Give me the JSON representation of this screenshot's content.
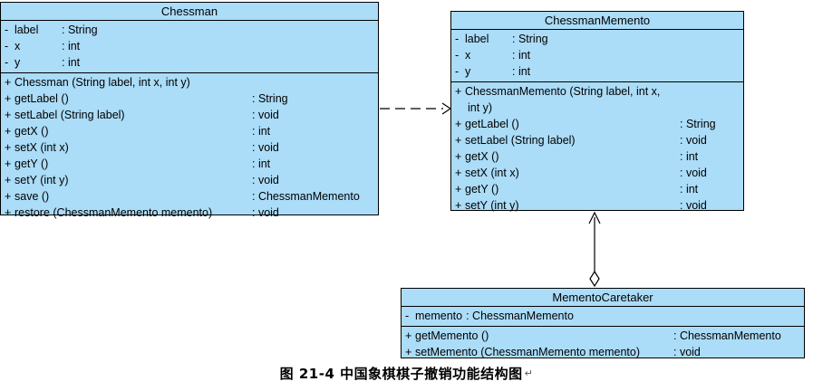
{
  "diagram": {
    "caption": "图 21-4  中国象棋棋子撤销功能结构图",
    "caption_mark": "↵",
    "colors": {
      "class_fill": "#ABDCF8",
      "border": "#000000",
      "text": "#000000",
      "page_background": "#FFFFFF"
    }
  },
  "classes": {
    "chessman": {
      "name": "Chessman",
      "attributes": [
        {
          "visibility": "-",
          "name": "label",
          "type": ": String"
        },
        {
          "visibility": "-",
          "name": "x",
          "type": ": int"
        },
        {
          "visibility": "-",
          "name": "y",
          "type": ": int"
        }
      ],
      "operations": [
        {
          "visibility": "+",
          "signature": "Chessman (String label, int x, int y)",
          "return": ""
        },
        {
          "visibility": "+",
          "signature": "getLabel ()",
          "return": ": String"
        },
        {
          "visibility": "+",
          "signature": "setLabel (String label)",
          "return": ": void"
        },
        {
          "visibility": "+",
          "signature": "getX ()",
          "return": ": int"
        },
        {
          "visibility": "+",
          "signature": "setX (int x)",
          "return": ": void"
        },
        {
          "visibility": "+",
          "signature": "getY ()",
          "return": ": int"
        },
        {
          "visibility": "+",
          "signature": "setY (int y)",
          "return": ": void"
        },
        {
          "visibility": "+",
          "signature": "save ()",
          "return": ": ChessmanMemento"
        },
        {
          "visibility": "+",
          "signature": "restore (ChessmanMemento memento)",
          "return": ": void"
        }
      ]
    },
    "chessman_memento": {
      "name": "ChessmanMemento",
      "attributes": [
        {
          "visibility": "-",
          "name": "label",
          "type": ": String"
        },
        {
          "visibility": "-",
          "name": "x",
          "type": ": int"
        },
        {
          "visibility": "-",
          "name": "y",
          "type": ": int"
        }
      ],
      "operations": [
        {
          "visibility": "+",
          "signature": "ChessmanMemento (String label, int x,",
          "return": ""
        },
        {
          "visibility": "",
          "signature": "int y)",
          "return": "",
          "wrapped": true
        },
        {
          "visibility": "+",
          "signature": "getLabel ()",
          "return": ": String"
        },
        {
          "visibility": "+",
          "signature": "setLabel (String label)",
          "return": ": void"
        },
        {
          "visibility": "+",
          "signature": "getX ()",
          "return": ": int"
        },
        {
          "visibility": "+",
          "signature": "setX (int x)",
          "return": ": void"
        },
        {
          "visibility": "+",
          "signature": "getY ()",
          "return": ": int"
        },
        {
          "visibility": "+",
          "signature": "setY (int y)",
          "return": ": void"
        }
      ]
    },
    "memento_caretaker": {
      "name": "MementoCaretaker",
      "attributes": [
        {
          "visibility": "-",
          "name": "memento",
          "type": ": ChessmanMemento"
        }
      ],
      "operations": [
        {
          "visibility": "+",
          "signature": "getMemento ()",
          "return": ": ChessmanMemento"
        },
        {
          "visibility": "+",
          "signature": "setMemento (ChessmanMemento memento)",
          "return": ": void"
        }
      ]
    }
  },
  "relationships": [
    {
      "id": "dependency",
      "type": "dependency",
      "line_style": "dashed",
      "arrow": "open",
      "from": "Chessman",
      "to": "ChessmanMemento"
    },
    {
      "id": "aggregation",
      "type": "aggregation",
      "line_style": "solid",
      "arrow": "open",
      "diamond": "hollow",
      "from": "MementoCaretaker",
      "to": "ChessmanMemento"
    }
  ]
}
